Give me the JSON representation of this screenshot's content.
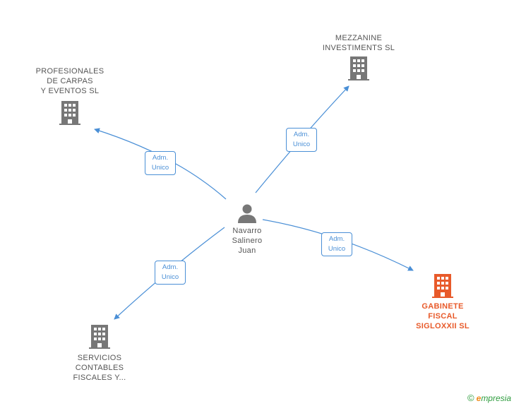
{
  "nodes": {
    "person": {
      "label": "Navarro\nSalinero\nJuan"
    },
    "mezzanine": {
      "label": "MEZZANINE\nINVESTIMENTS SL"
    },
    "profesionales": {
      "label": "PROFESIONALES\nDE CARPAS\nY EVENTOS SL"
    },
    "gabinete": {
      "label": "GABINETE\nFISCAL\nSIGLOXXII SL"
    },
    "servicios": {
      "label": "SERVICIOS\nCONTABLES\nFISCALES Y..."
    }
  },
  "edges": [
    {
      "id": "to-profesionales",
      "label": "Adm.\nUnico"
    },
    {
      "id": "to-mezzanine",
      "label": "Adm.\nUnico"
    },
    {
      "id": "to-gabinete",
      "label": "Adm.\nUnico"
    },
    {
      "id": "to-servicios",
      "label": "Adm.\nUnico"
    }
  ],
  "colors": {
    "edge": "#4a8fd6",
    "company": "#777777",
    "highlight": "#e85a2a",
    "person": "#777777"
  },
  "footer": {
    "copyright": "©",
    "brand_initial": "e",
    "brand_rest": "mpresia"
  }
}
